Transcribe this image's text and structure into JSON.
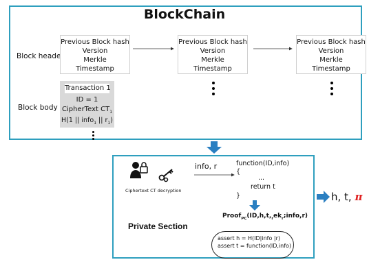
{
  "title": "BlockChain",
  "row_labels": {
    "header": "Block header",
    "body": "Block body"
  },
  "blocks": [
    {
      "lines": [
        "Previous Block hash",
        "Version",
        "Merkle",
        "Timestamp"
      ]
    },
    {
      "lines": [
        "Previous Block hash",
        "Version",
        "Merkle",
        "Timestamp"
      ]
    },
    {
      "lines": [
        "Previous Block hash",
        "Version",
        "Merkle",
        "Timestamp"
      ]
    }
  ],
  "body_block": {
    "title": "Transaction 1",
    "id": "ID = 1",
    "cipher": "CipherText CT",
    "cipher_sub": "1",
    "hash": "H(1 || info",
    "hash_sub1": "1",
    "hash_mid": " || r",
    "hash_sub2": "1",
    "hash_end": ")"
  },
  "private_section": {
    "label": "Private Section",
    "decryption_caption": "Ciphertext CT decryption",
    "input_label": "info, r",
    "function_code": [
      "function(ID,info)",
      "{",
      "...",
      "return t",
      "}"
    ],
    "proof_prefix": "Proof",
    "proof_sub": "PC",
    "proof_args_a": "(ID,h,t,",
    "proof_args_b": "r",
    "proof_args_c": "ek",
    "proof_args_d": "r",
    "proof_args_e": ";info,r)",
    "asserts": [
      "assert h = H(ID|info |r)",
      "assert t = function(ID,info)"
    ]
  },
  "output": {
    "text": "h, t,",
    "symbol": "π"
  },
  "colors": {
    "accent": "#2e9fbe",
    "arrow_blue": "#2a7fc1",
    "pi_red": "#e02020",
    "body_gray": "#d9d9d9"
  }
}
